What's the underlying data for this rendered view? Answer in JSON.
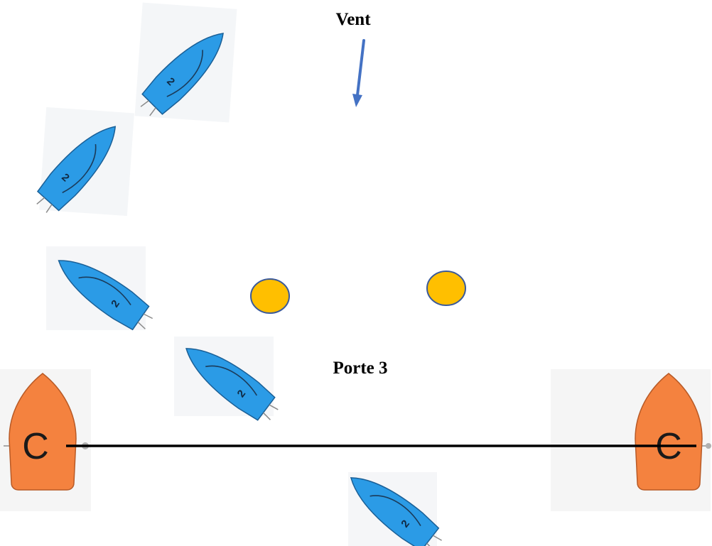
{
  "labels": {
    "wind": "Vent",
    "gate": "Porte 3"
  },
  "boats": {
    "sail_number": "2",
    "committee_letter": "C"
  },
  "colors": {
    "sailboat": "#2b9be6",
    "sailboat_outline": "#1a5f96",
    "committee_boat": "#f4823f",
    "committee_outline": "#b85a26",
    "mark": "#ffbf00",
    "mark_outline": "#3b5a9a",
    "wind_arrow": "#4472c4",
    "line": "#000000"
  },
  "icons": {
    "wind": "arrow-down-icon",
    "mark": "circle-buoy-icon",
    "sailboat": "sailboat-top-view-icon",
    "committee": "committee-boat-icon"
  }
}
